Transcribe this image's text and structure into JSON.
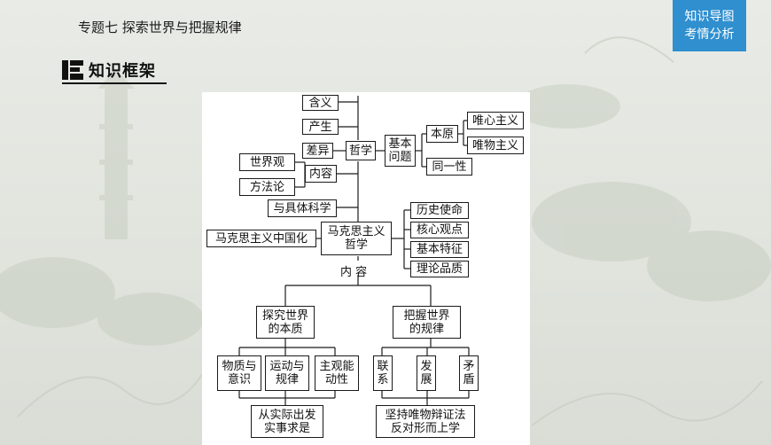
{
  "header": {
    "title": "专题七  探索世界与把握规律",
    "badge_line1": "知识导图",
    "badge_line2": "考情分析"
  },
  "section": {
    "label": "知识框架"
  },
  "diagram": {
    "hanyi": "含义",
    "chansheng": "产生",
    "chayi": "差异",
    "zhexue": "哲学",
    "jiben_wenti": "基本\n问题",
    "benyuan": "本原",
    "weixin": "唯心主义",
    "weiwu": "唯物主义",
    "tongyixing": "同一性",
    "shijieguan": "世界观",
    "fangfalun": "方法论",
    "neirong": "内容",
    "yu_juti": "与具体科学",
    "zhongguohua": "马克思主义中国化",
    "makesi": "马克思主义\n哲学",
    "lishi": "历史使命",
    "hexin": "核心观点",
    "jiben_tezheng": "基本特征",
    "lilun": "理论品质",
    "neirong_label": "内  容",
    "tanjiu": "探究世界\n的本质",
    "bawo": "把握世界\n的规律",
    "wuzhi": "物质与\n意识",
    "yundong": "运动与\n规律",
    "zhuguan": "主观能\n动性",
    "lianxi": "联\n系",
    "fazhan": "发\n展",
    "maodun": "矛\n盾",
    "shishi": "从实际出发\n实事求是",
    "jianchi": "坚持唯物辩证法\n反对形而上学"
  }
}
